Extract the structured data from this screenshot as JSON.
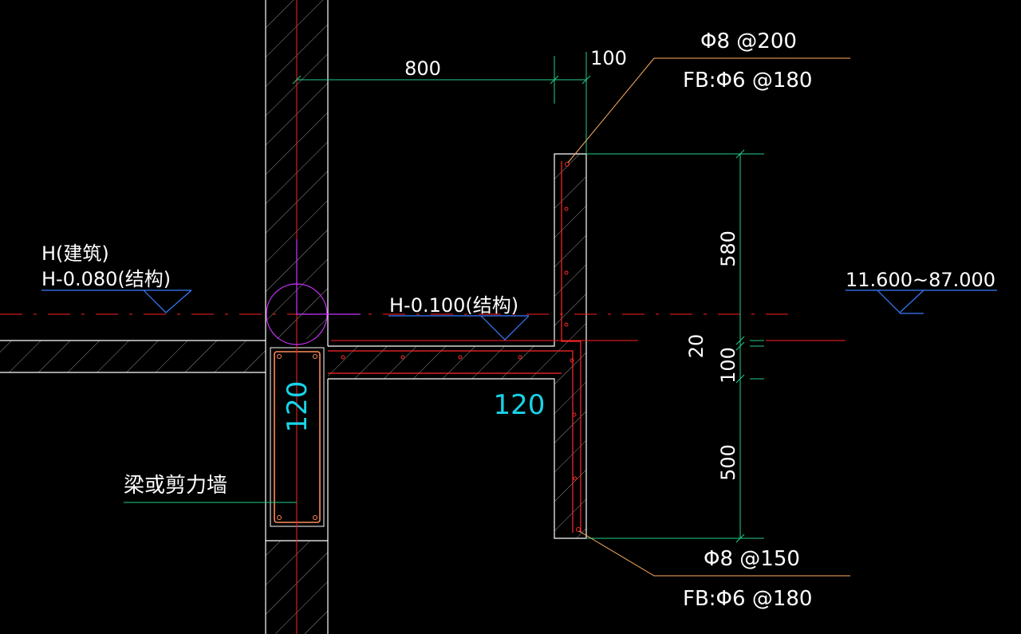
{
  "drawing": {
    "colors": {
      "background": "#000000",
      "concrete_outline": "#ffffff",
      "hatch": "#bdbdbd",
      "rebar": "#ff2a2a",
      "dimension": "#1fd08a",
      "axis": "#ff2020",
      "label_text": "#ffffff",
      "thickness_text": "#18d4e8",
      "level_symbol": "#3a7cff",
      "leader": "#ffb060",
      "marker": "#cc33ff"
    },
    "dimensions": {
      "horizontal_span": "800",
      "edge_offset": "100",
      "upper_height": "580",
      "gap": "20",
      "slab_thickness": "100",
      "lower_height": "500"
    },
    "levels": {
      "architectural_label": "H(建筑)",
      "left_structural": "H-0.080(结构)",
      "middle_structural": "H-0.100(结构)",
      "elevation_range": "11.600~87.000"
    },
    "rebar_top": {
      "main": "Φ8 @200",
      "distribution": "FB:Φ6 @180"
    },
    "rebar_bottom": {
      "main": "Φ8 @150",
      "distribution": "FB:Φ6 @180"
    },
    "thickness": {
      "beam_width": "120",
      "slab_thickness": "120"
    },
    "beam_label": "梁或剪力墙"
  }
}
